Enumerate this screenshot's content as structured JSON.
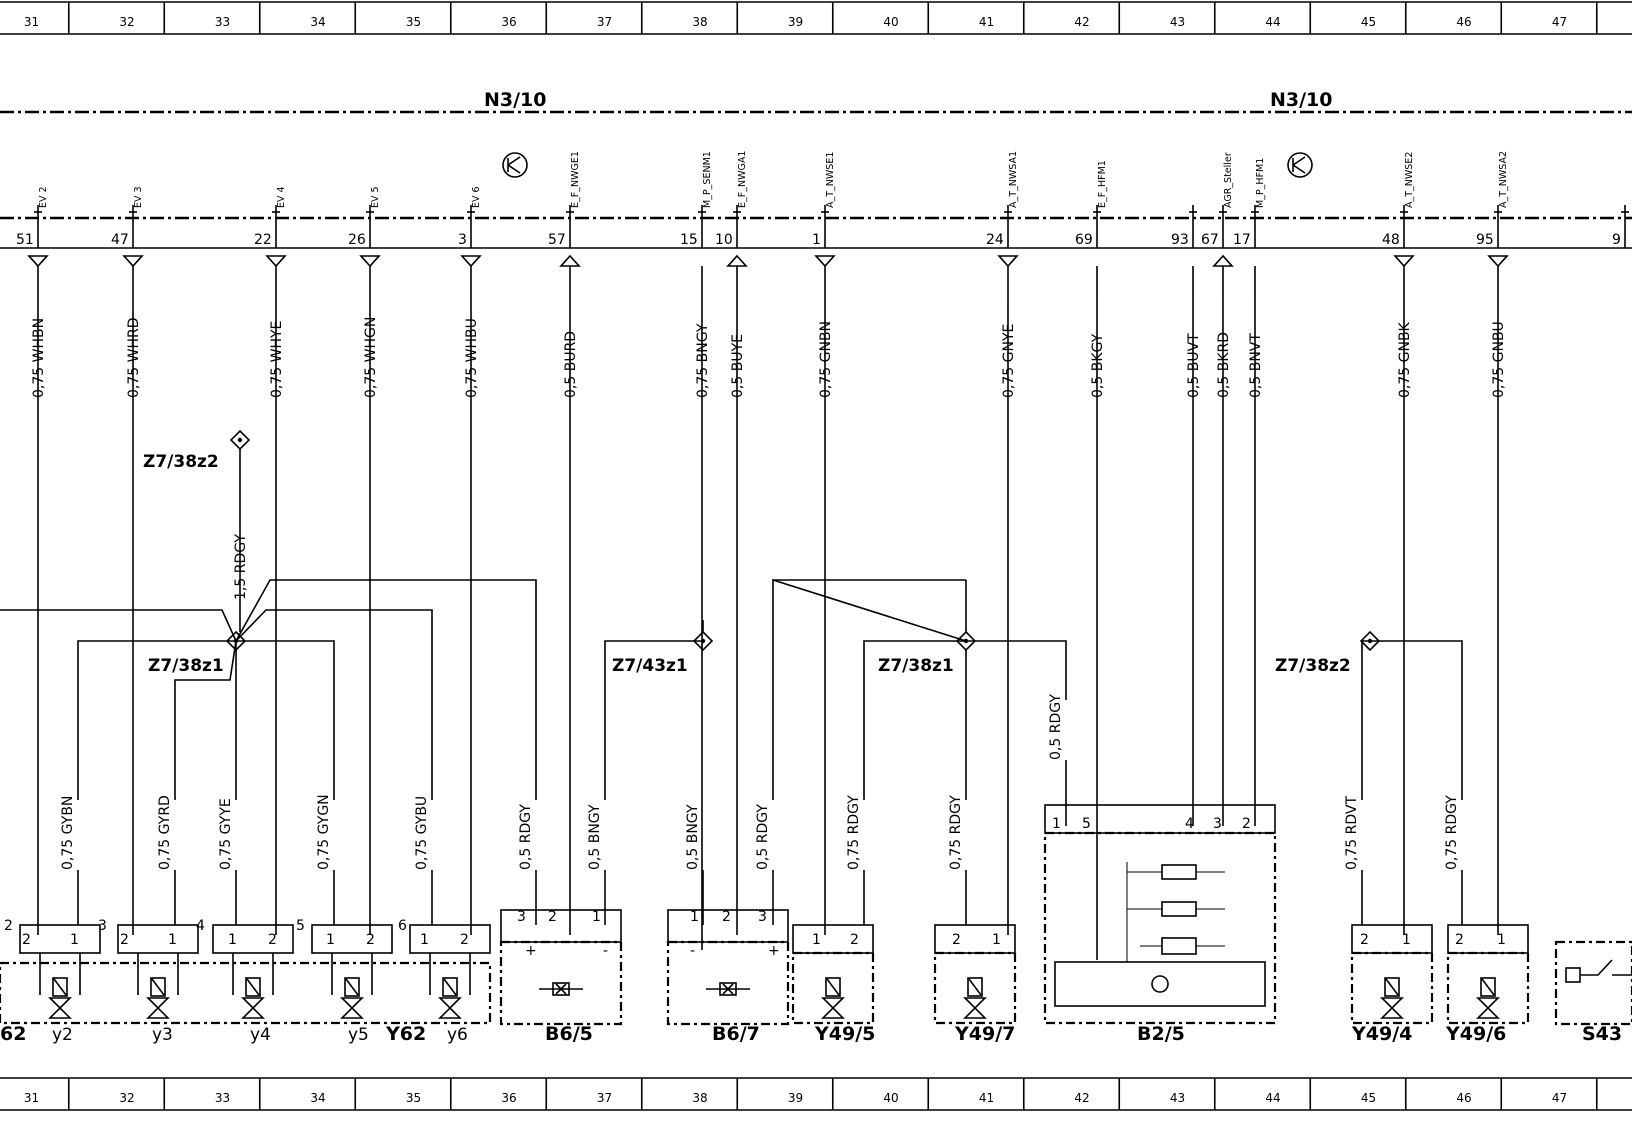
{
  "columns": [
    "31",
    "32",
    "33",
    "34",
    "35",
    "36",
    "37",
    "38",
    "39",
    "40",
    "41",
    "42",
    "43",
    "44",
    "45",
    "46",
    "47"
  ],
  "ecu_labels": [
    "N3/10",
    "N3/10"
  ],
  "ecu_pins": [
    {
      "pin": "51",
      "signal": "EV 2",
      "wire": "0,75  WHBN",
      "dir": "out"
    },
    {
      "pin": "47",
      "signal": "EV 3",
      "wire": "0,75  WHRD",
      "dir": "out"
    },
    {
      "pin": "22",
      "signal": "EV 4",
      "wire": "0,75  WHYE",
      "dir": "out"
    },
    {
      "pin": "26",
      "signal": "EV 5",
      "wire": "0,75  WHGN",
      "dir": "out"
    },
    {
      "pin": "3",
      "signal": "EV 6",
      "wire": "0,75  WHBU",
      "dir": "out"
    },
    {
      "pin": "57",
      "signal": "E_F_NWGE1",
      "wire": "0,5  BURD",
      "dir": "in"
    },
    {
      "pin": "15",
      "signal": "M_P_SENM1",
      "wire": "0,75  BNGY",
      "dir": "none"
    },
    {
      "pin": "10",
      "signal": "E_F_NWGA1",
      "wire": "0,5  BUYE",
      "dir": "in"
    },
    {
      "pin": "1",
      "signal": "A_T_NWSE1",
      "wire": "0,75  GNBN",
      "dir": "out"
    },
    {
      "pin": "24",
      "signal": "A_T_NWSA1",
      "wire": "0,75  GNYE",
      "dir": "out"
    },
    {
      "pin": "69",
      "signal": "E_F_HFM1",
      "wire": "0,5  BKGY",
      "dir": "none"
    },
    {
      "pin": "93",
      "signal": "",
      "wire": "0,5  BUVT",
      "dir": "none"
    },
    {
      "pin": "67",
      "signal": "AGR_Steller",
      "wire": "0,5  BKRD",
      "dir": "in"
    },
    {
      "pin": "17",
      "signal": "M_P_HFM1",
      "wire": "0,5  BNVT",
      "dir": "none"
    },
    {
      "pin": "48",
      "signal": "A_T_NWSE2",
      "wire": "0,75  GNBK",
      "dir": "out"
    },
    {
      "pin": "95",
      "signal": "A_T_NWSA2",
      "wire": "0,75  GNBU",
      "dir": "out"
    },
    {
      "pin": "9",
      "signal": "",
      "wire": "",
      "dir": "none"
    }
  ],
  "splices": [
    "Z7/38z2",
    "Z7/38z1",
    "Z7/43z1",
    "Z7/38z1",
    "Z7/38z2"
  ],
  "splice_wire": "1,5  RDGY",
  "lower_wires": [
    "0,75  GYBN",
    "0,75  GYRD",
    "0,75  GYYE",
    "0,75  GYGN",
    "0,75  GYBU",
    "0,5  RDGY",
    "0,5  BNGY",
    "0,5  BNGY",
    "0,5  RDGY",
    "0,75  RDGY",
    "0,75  RDGY",
    "0,5  RDGY",
    "0,75  RDVT",
    "0,75  RDGY"
  ],
  "components": [
    "62",
    "y2",
    "y3",
    "y4",
    "y5",
    "Y62",
    "y6",
    "B6/5",
    "B6/7",
    "Y49/5",
    "Y49/7",
    "B2/5",
    "Y49/4",
    "Y49/6",
    "S43"
  ],
  "comp_pins": [
    "2",
    "2",
    "1",
    "3",
    "2",
    "1",
    "4",
    "1",
    "2",
    "5",
    "1",
    "2",
    "6",
    "1",
    "2",
    "3",
    "2",
    "1",
    "1",
    "2",
    "3",
    "1",
    "2",
    "2",
    "1",
    "1",
    "5",
    "4",
    "3",
    "2",
    "2",
    "1",
    "2",
    "1"
  ],
  "signs": [
    "+",
    "-",
    "-",
    "+"
  ]
}
